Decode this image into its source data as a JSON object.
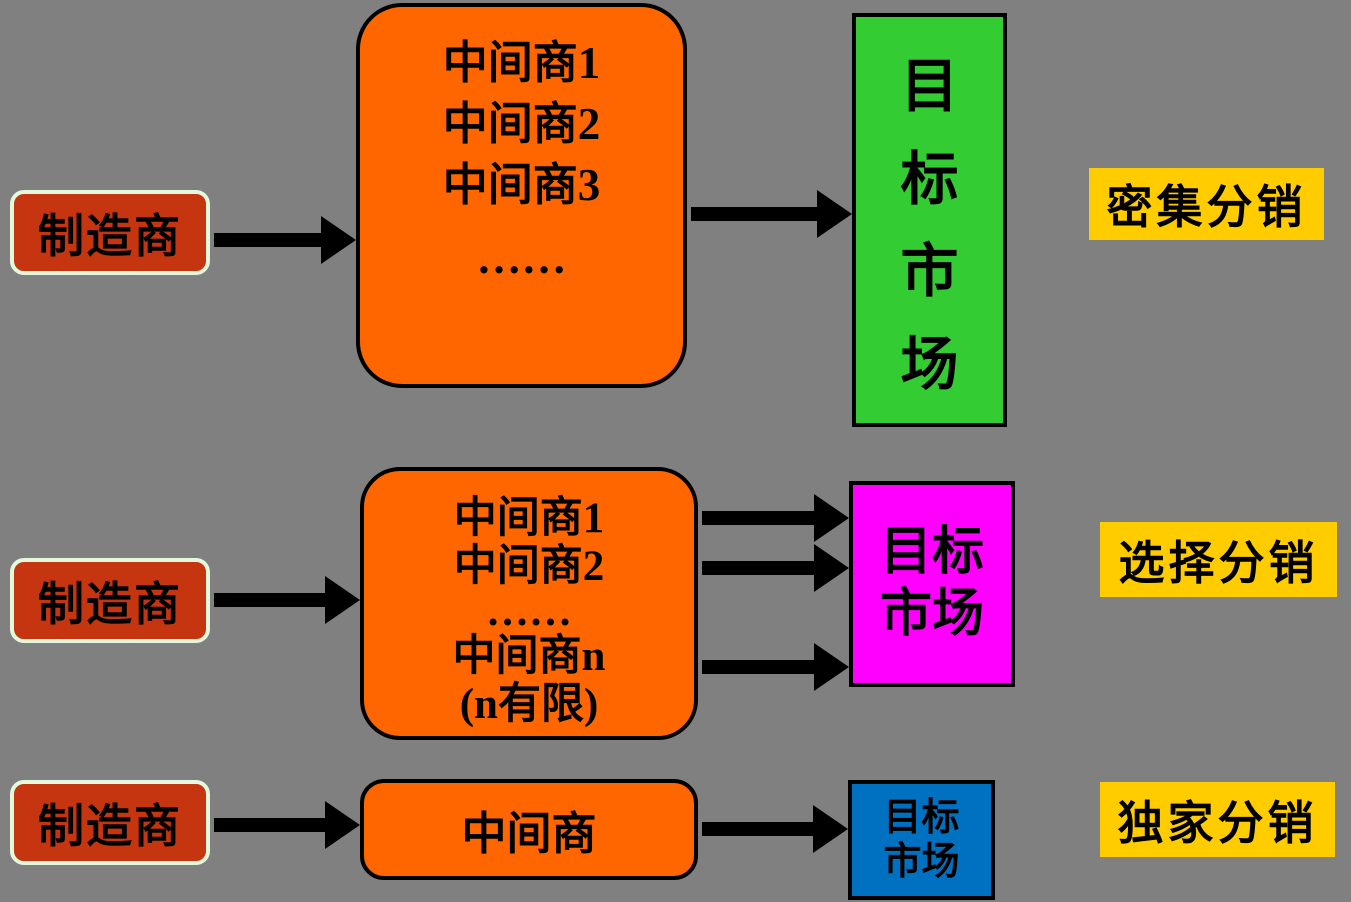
{
  "colors": {
    "background": "#808080",
    "manufacturer_fill": "#C43510",
    "manufacturer_border": "#E3F8DC",
    "intermediary_fill": "#FF6600",
    "target_intensive_fill": "#33CC33",
    "target_selective_fill": "#FF00FF",
    "target_exclusive_fill": "#0070C0",
    "strategy_label_fill": "#FFCC00",
    "arrow": "#000000",
    "text": "#000000"
  },
  "rows": [
    {
      "manufacturer": "制造商",
      "intermediaries": [
        "中间商1",
        "中间商2",
        "中间商3",
        "……"
      ],
      "target_chars": [
        "目",
        "标",
        "市",
        "场"
      ],
      "strategy": "密集分销"
    },
    {
      "manufacturer": "制造商",
      "intermediaries": [
        "中间商1",
        "中间商2",
        "……",
        "中间商n",
        "(n有限)"
      ],
      "target_lines": [
        "目标",
        "市场"
      ],
      "strategy": "选择分销"
    },
    {
      "manufacturer": "制造商",
      "intermediary": "中间商",
      "target_lines": [
        "目标",
        "市场"
      ],
      "strategy": "独家分销"
    }
  ]
}
